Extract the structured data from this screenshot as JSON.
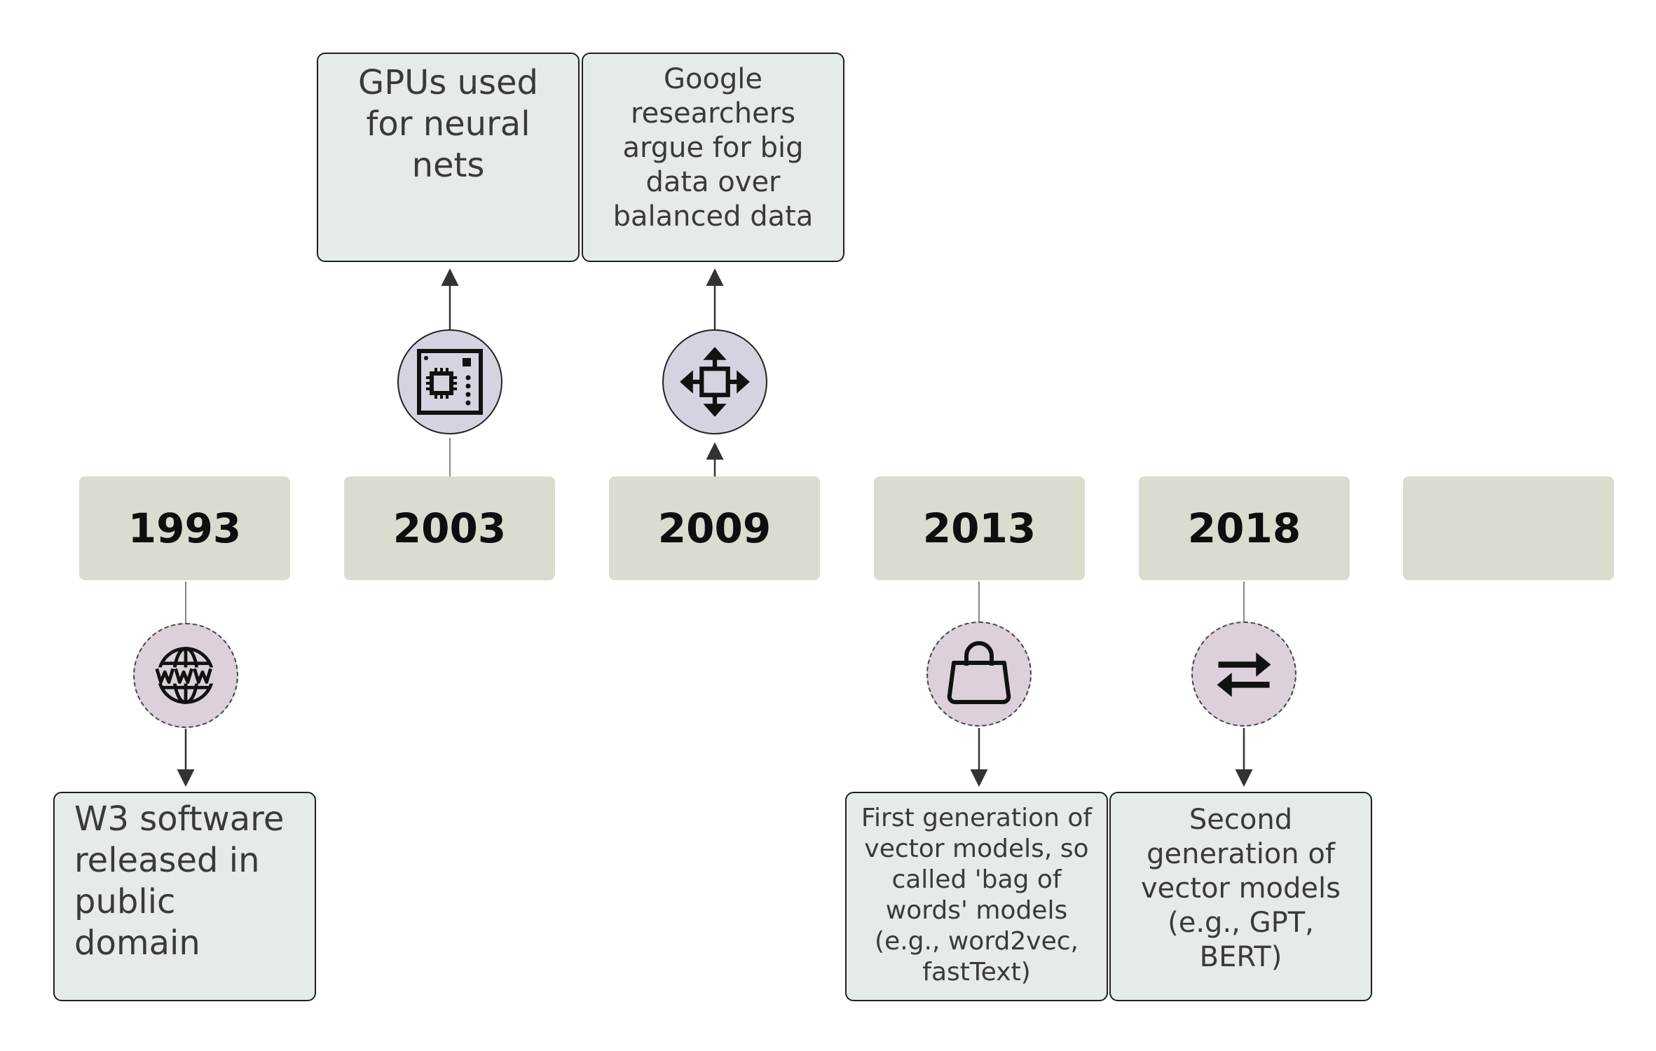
{
  "timeline": {
    "years": [
      {
        "label": "1993"
      },
      {
        "label": "2003"
      },
      {
        "label": "2009"
      },
      {
        "label": "2013"
      },
      {
        "label": "2018"
      },
      {
        "label": ""
      }
    ],
    "events": [
      {
        "year": "1993",
        "direction": "below",
        "icon": "www-globe-icon",
        "text": "W3 software released in public domain"
      },
      {
        "year": "2003",
        "direction": "above",
        "icon": "circuit-board-chip-icon",
        "text": "GPUs used for neural nets"
      },
      {
        "year": "2009",
        "direction": "above",
        "icon": "move-arrows-icon",
        "text": "Google researchers argue for big data over balanced data"
      },
      {
        "year": "2013",
        "direction": "below",
        "icon": "shopping-bag-icon",
        "text": "First generation of vector models, so called 'bag of words' models (e.g., word2vec, fastText)"
      },
      {
        "year": "2018",
        "direction": "below",
        "icon": "swap-arrows-icon",
        "text": "Second generation of vector models (e.g., GPT, BERT)"
      }
    ]
  },
  "colors": {
    "year_box": "#dadcd0",
    "note_box": "#e5ebe6",
    "icon_circle_above": "#d6d3e0",
    "icon_circle_below": "#dcd0da",
    "connector": "#333333"
  }
}
